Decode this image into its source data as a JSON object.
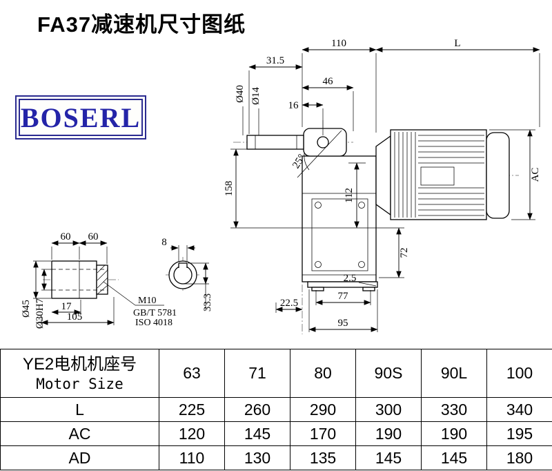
{
  "page": {
    "title": "FA37减速机尺寸图纸",
    "logo_text": "BOSERL"
  },
  "drawing": {
    "main_view": {
      "dim_110": "110",
      "dim_L": "L",
      "dim_31_5": "31.5",
      "dim_46": "46",
      "dim_16": "16",
      "dim_dia40": "Ø40",
      "dim_dia14": "Ø14",
      "dim_angle": "25°",
      "dim_158": "158",
      "dim_112": "112",
      "dim_AC": "AC",
      "dim_72": "72",
      "dim_2_5": "2.5",
      "dim_22_5": "22.5",
      "dim_77": "77",
      "dim_95": "95"
    },
    "shaft_view": {
      "dim_60_left": "60",
      "dim_60_right": "60",
      "dim_8": "8",
      "dim_dia45": "Ø45",
      "dim_dia30": "Ø30H7",
      "dim_17": "17",
      "dim_105": "105",
      "label_m10": "M10",
      "label_gb": "GB/T 5781",
      "label_iso": "ISO 4018",
      "dim_33_3": "33.3"
    }
  },
  "table": {
    "header_cn": "YE2电机机座号",
    "header_en": "Motor Size",
    "columns": [
      "63",
      "71",
      "80",
      "90S",
      "90L",
      "100"
    ],
    "rows": [
      {
        "label": "L",
        "values": [
          "225",
          "260",
          "290",
          "300",
          "330",
          "340"
        ]
      },
      {
        "label": "AC",
        "values": [
          "120",
          "145",
          "170",
          "190",
          "190",
          "195"
        ]
      },
      {
        "label": "AD",
        "values": [
          "110",
          "130",
          "135",
          "145",
          "145",
          "180"
        ]
      }
    ]
  }
}
